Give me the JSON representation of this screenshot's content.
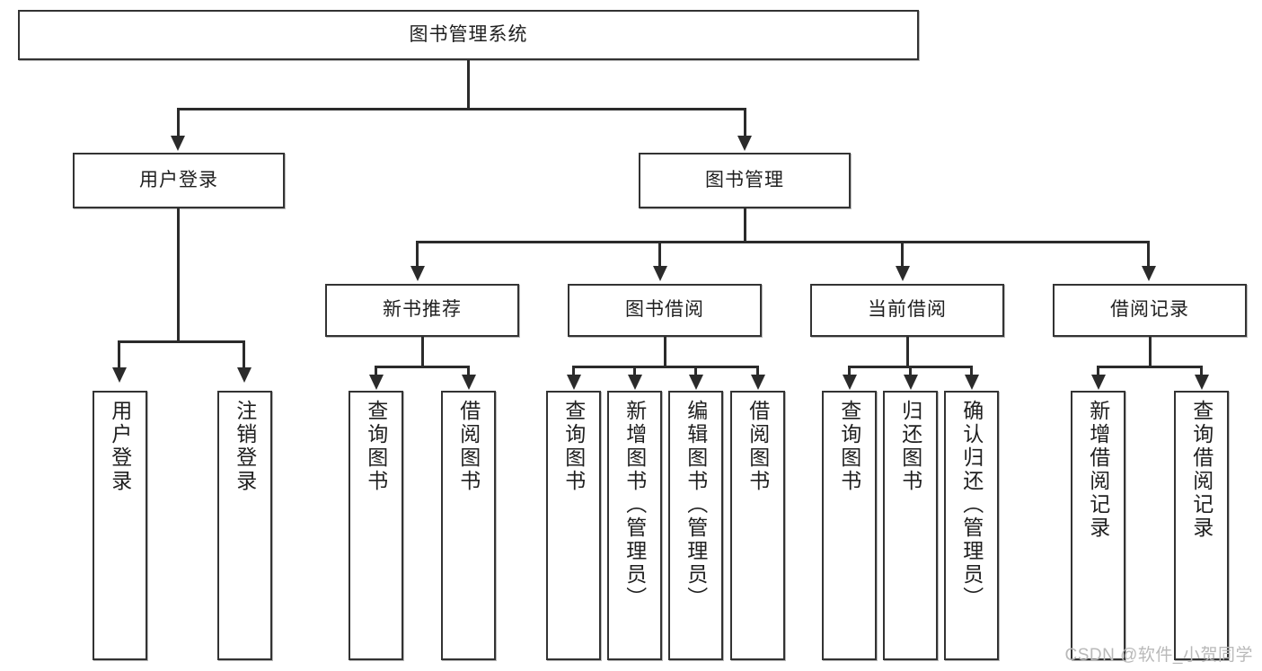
{
  "diagram": {
    "type": "tree",
    "title": "图书管理系统",
    "root": {
      "label": "图书管理系统"
    },
    "level2": [
      {
        "label": "用户登录"
      },
      {
        "label": "图书管理"
      }
    ],
    "level3": [
      {
        "label": "新书推荐"
      },
      {
        "label": "图书借阅"
      },
      {
        "label": "当前借阅"
      },
      {
        "label": "借阅记录"
      }
    ],
    "leaves": {
      "user_login": [
        {
          "label": "用户登录"
        },
        {
          "label": "注销登录"
        }
      ],
      "new_book_recommend": [
        {
          "label": "查询图书"
        },
        {
          "label": "借阅图书"
        }
      ],
      "book_borrow": [
        {
          "label": "查询图书"
        },
        {
          "label": "新增图书（管理员）"
        },
        {
          "label": "编辑图书（管理员）"
        },
        {
          "label": "借阅图书"
        }
      ],
      "current_borrow": [
        {
          "label": "查询图书"
        },
        {
          "label": "归还图书"
        },
        {
          "label": "确认归还（管理员）"
        }
      ],
      "borrow_record": [
        {
          "label": "新增借阅记录"
        },
        {
          "label": "查询借阅记录"
        }
      ]
    }
  },
  "watermark": {
    "text": "CSDN @软件_小贺同学"
  },
  "colors": {
    "box_border": "#333333",
    "line": "#2b2b2b",
    "background": "#ffffff",
    "text": "#1f1f1f",
    "watermark": "#b9b9b9"
  }
}
